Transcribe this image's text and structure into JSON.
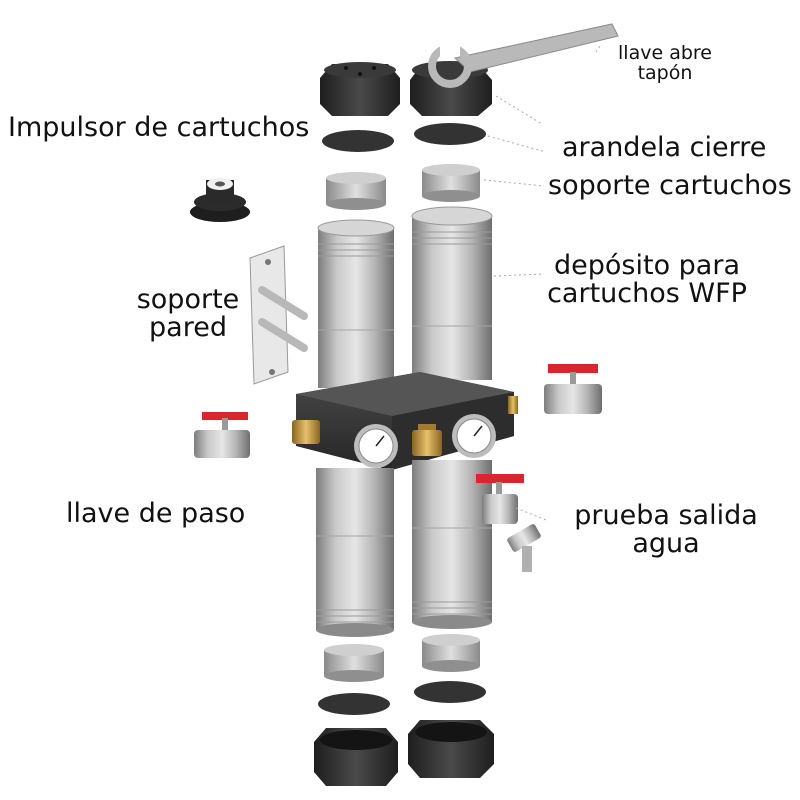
{
  "labels": {
    "llave_abre_tapon": "llave abre\ntapón",
    "impulsor": "Impulsor de cartuchos",
    "arandela": "arandela cierre",
    "soporte_cartuchos": "soporte cartuchos",
    "deposito": "depósito para\ncartuchos WFP",
    "soporte_pared": "soporte\npared",
    "llave_paso": "llave de paso",
    "prueba_salida": "prueba salida\nagua"
  },
  "icons": {
    "gauge": "pressure-gauge-icon",
    "valve": "ball-valve-icon",
    "wrench": "cap-wrench-icon"
  },
  "colors": {
    "steel_light": "#d9d9d9",
    "steel_mid": "#a9a9a9",
    "steel_dark": "#7d7d7d",
    "cap": "#2f2f2f",
    "valve_handle": "#d9252b",
    "brass": "#c99a3a",
    "text": "#111111"
  }
}
